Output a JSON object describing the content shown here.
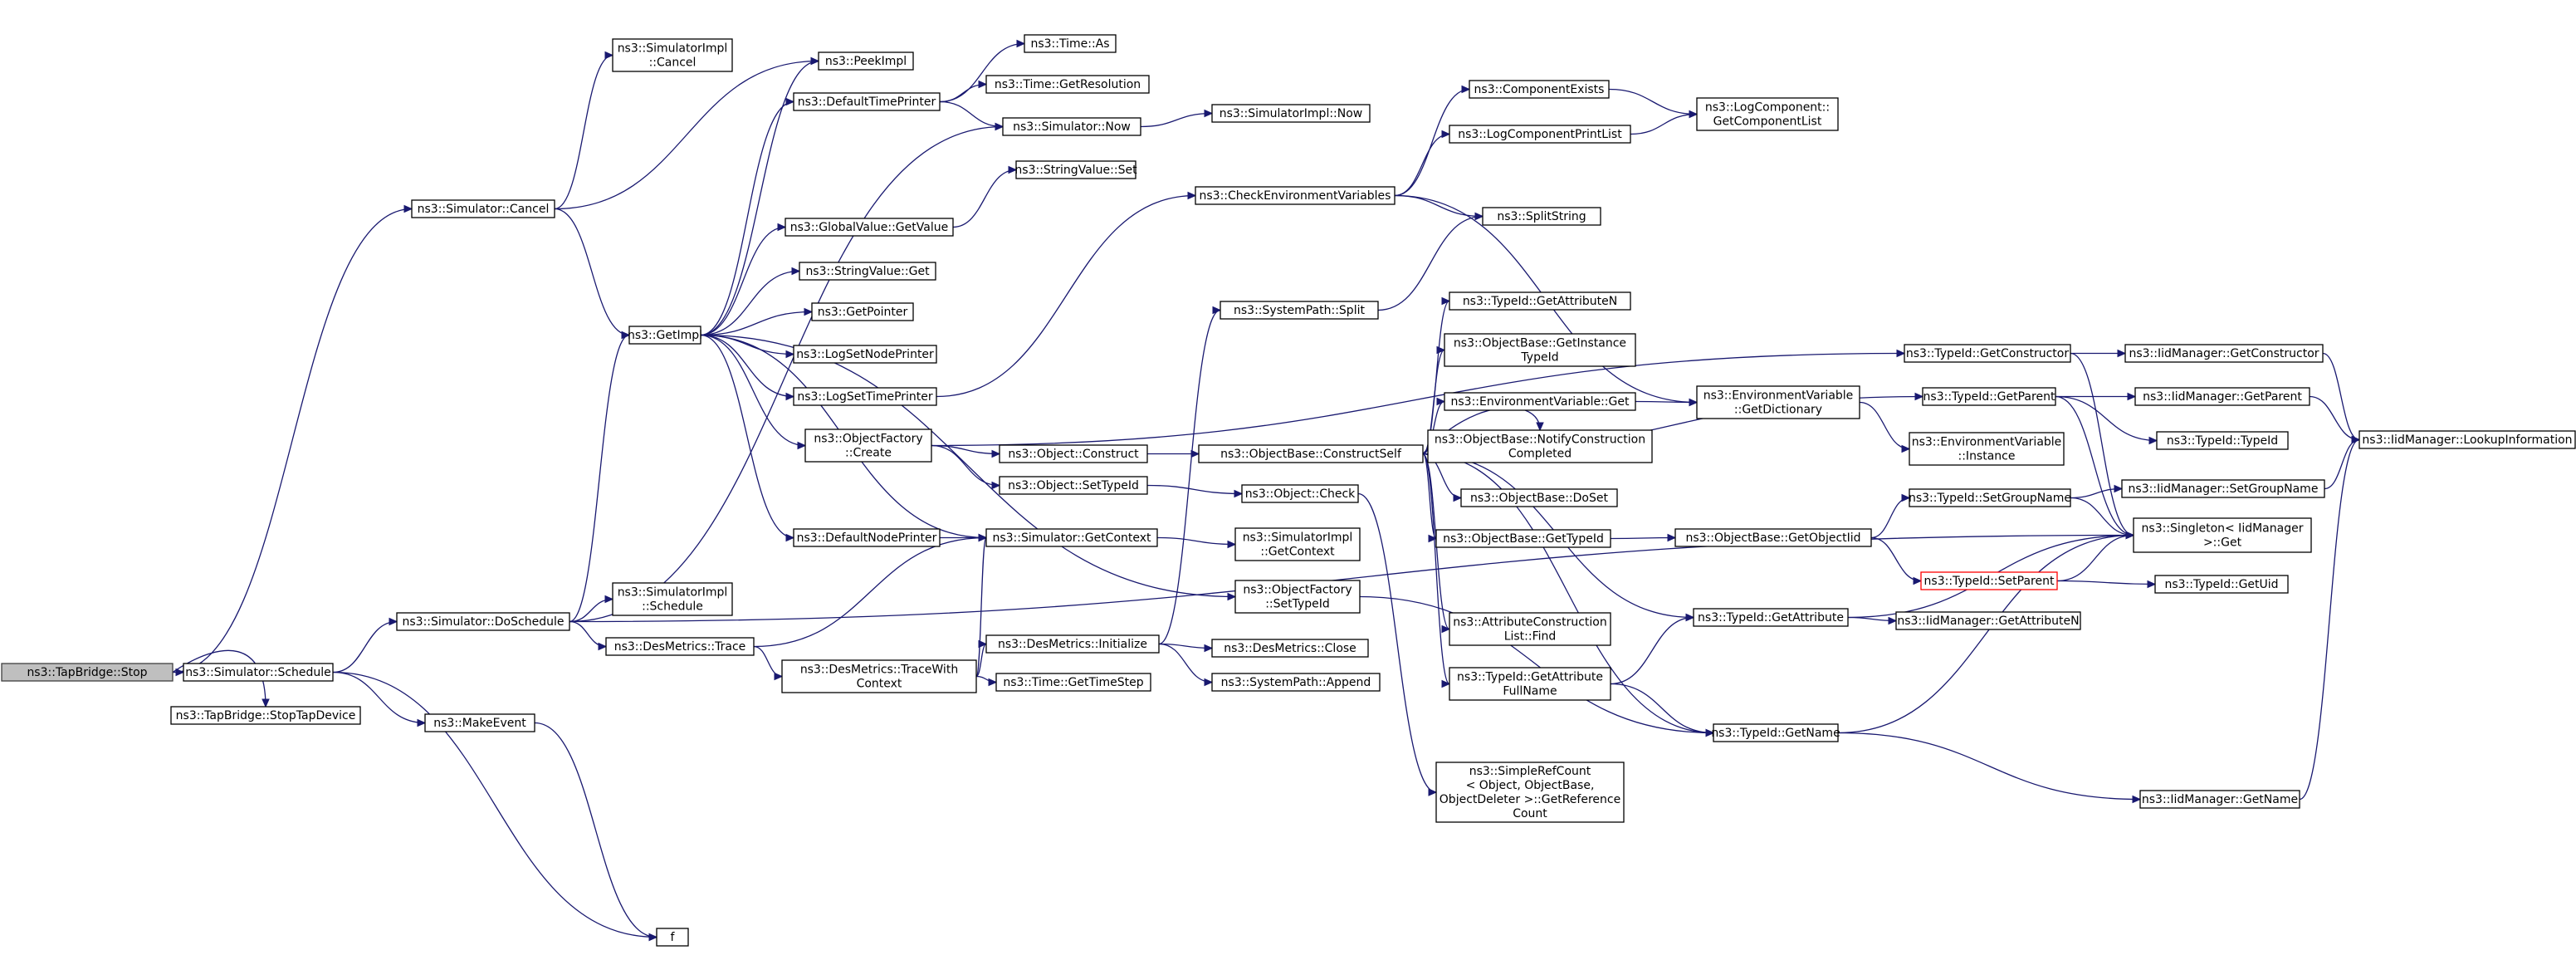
{
  "nodes": [
    {
      "id": "stop",
      "lines": [
        "ns3::TapBridge::Stop"
      ],
      "style": "root"
    },
    {
      "id": "sim_cancel",
      "lines": [
        "ns3::Simulator::Cancel"
      ]
    },
    {
      "id": "sim_schedule",
      "lines": [
        "ns3::Simulator::Schedule"
      ]
    },
    {
      "id": "stoptap",
      "lines": [
        "ns3::TapBridge::StopTapDevice"
      ]
    },
    {
      "id": "impl_cancel",
      "lines": [
        "ns3::SimulatorImpl",
        "::Cancel"
      ]
    },
    {
      "id": "peekimpl",
      "lines": [
        "ns3::PeekImpl"
      ]
    },
    {
      "id": "getimpl",
      "lines": [
        "ns3::GetImpl"
      ]
    },
    {
      "id": "doschedule",
      "lines": [
        "ns3::Simulator::DoSchedule"
      ]
    },
    {
      "id": "makeevent",
      "lines": [
        "ns3::MakeEvent"
      ]
    },
    {
      "id": "f",
      "lines": [
        "f"
      ]
    },
    {
      "id": "deftimeprinter",
      "lines": [
        "ns3::DefaultTimePrinter"
      ]
    },
    {
      "id": "globalgetvalue",
      "lines": [
        "ns3::GlobalValue::GetValue"
      ]
    },
    {
      "id": "stringvalueget",
      "lines": [
        "ns3::StringValue::Get"
      ]
    },
    {
      "id": "getpointer",
      "lines": [
        "ns3::GetPointer"
      ]
    },
    {
      "id": "lognodeprinter",
      "lines": [
        "ns3::LogSetNodePrinter"
      ]
    },
    {
      "id": "logtimeprinter",
      "lines": [
        "ns3::LogSetTimePrinter"
      ]
    },
    {
      "id": "objfactcreate",
      "lines": [
        "ns3::ObjectFactory",
        "::Create"
      ]
    },
    {
      "id": "defnodeprinter",
      "lines": [
        "ns3::DefaultNodePrinter"
      ]
    },
    {
      "id": "impl_schedule",
      "lines": [
        "ns3::SimulatorImpl",
        "::Schedule"
      ]
    },
    {
      "id": "desmtrace",
      "lines": [
        "ns3::DesMetrics::Trace"
      ]
    },
    {
      "id": "timeas",
      "lines": [
        "ns3::Time::As"
      ]
    },
    {
      "id": "timegetres",
      "lines": [
        "ns3::Time::GetResolution"
      ]
    },
    {
      "id": "simnow",
      "lines": [
        "ns3::Simulator::Now"
      ]
    },
    {
      "id": "stringvalueset",
      "lines": [
        "ns3::StringValue::Set"
      ]
    },
    {
      "id": "objconstruct",
      "lines": [
        "ns3::Object::Construct"
      ]
    },
    {
      "id": "objsettypeid",
      "lines": [
        "ns3::Object::SetTypeId"
      ]
    },
    {
      "id": "simgetcontext",
      "lines": [
        "ns3::Simulator::GetContext"
      ]
    },
    {
      "id": "desmtracewc",
      "lines": [
        "ns3::DesMetrics::TraceWith",
        "Context"
      ]
    },
    {
      "id": "implnow",
      "lines": [
        "ns3::SimulatorImpl::Now"
      ]
    },
    {
      "id": "checkenv",
      "lines": [
        "ns3::CheckEnvironmentVariables"
      ]
    },
    {
      "id": "syspathsplit",
      "lines": [
        "ns3::SystemPath::Split"
      ]
    },
    {
      "id": "objbaseconstructself",
      "lines": [
        "ns3::ObjectBase::ConstructSelf"
      ]
    },
    {
      "id": "objcheck",
      "lines": [
        "ns3::Object::Check"
      ]
    },
    {
      "id": "implgetcontext",
      "lines": [
        "ns3::SimulatorImpl",
        "::GetContext"
      ]
    },
    {
      "id": "objfactsettypeid",
      "lines": [
        "ns3::ObjectFactory",
        "::SetTypeId"
      ]
    },
    {
      "id": "desminit",
      "lines": [
        "ns3::DesMetrics::Initialize"
      ]
    },
    {
      "id": "desmclose",
      "lines": [
        "ns3::DesMetrics::Close"
      ]
    },
    {
      "id": "syspathappend",
      "lines": [
        "ns3::SystemPath::Append"
      ]
    },
    {
      "id": "timegetstep",
      "lines": [
        "ns3::Time::GetTimeStep"
      ]
    },
    {
      "id": "compexists",
      "lines": [
        "ns3::ComponentExists"
      ]
    },
    {
      "id": "logcompprintlist",
      "lines": [
        "ns3::LogComponentPrintList"
      ]
    },
    {
      "id": "splitstring",
      "lines": [
        "ns3::SplitString"
      ]
    },
    {
      "id": "tidgetattrn",
      "lines": [
        "ns3::TypeId::GetAttributeN"
      ]
    },
    {
      "id": "objbasegetinsttid",
      "lines": [
        "ns3::ObjectBase::GetInstance",
        "TypeId"
      ]
    },
    {
      "id": "envvarget",
      "lines": [
        "ns3::EnvironmentVariable::Get"
      ]
    },
    {
      "id": "objbasenotify",
      "lines": [
        "ns3::ObjectBase::NotifyConstruction",
        "Completed"
      ]
    },
    {
      "id": "objbasedoset",
      "lines": [
        "ns3::ObjectBase::DoSet"
      ]
    },
    {
      "id": "objbasegettypeid",
      "lines": [
        "ns3::ObjectBase::GetTypeId"
      ]
    },
    {
      "id": "attrconstrfind",
      "lines": [
        "ns3::AttributeConstruction",
        "List::Find"
      ]
    },
    {
      "id": "tidgetattrfull",
      "lines": [
        "ns3::TypeId::GetAttribute",
        "FullName"
      ]
    },
    {
      "id": "simplerefcount",
      "lines": [
        "ns3::SimpleRefCount",
        "< Object, ObjectBase,",
        "ObjectDeleter >::GetReference",
        "Count"
      ]
    },
    {
      "id": "logcompgetlist",
      "lines": [
        "ns3::LogComponent::",
        "GetComponentList"
      ]
    },
    {
      "id": "envvargetdict",
      "lines": [
        "ns3::EnvironmentVariable",
        "::GetDictionary"
      ]
    },
    {
      "id": "objbasegetobjtid",
      "lines": [
        "ns3::ObjectBase::GetObjectIid"
      ]
    },
    {
      "id": "tidgetattribute",
      "lines": [
        "ns3::TypeId::GetAttribute"
      ]
    },
    {
      "id": "tidgetname",
      "lines": [
        "ns3::TypeId::GetName"
      ]
    },
    {
      "id": "tidgetconstructor",
      "lines": [
        "ns3::TypeId::GetConstructor"
      ]
    },
    {
      "id": "tidgetparent",
      "lines": [
        "ns3::TypeId::GetParent"
      ]
    },
    {
      "id": "envvarinstance",
      "lines": [
        "ns3::EnvironmentVariable",
        "::Instance"
      ]
    },
    {
      "id": "tidsetgroupname",
      "lines": [
        "ns3::TypeId::SetGroupName"
      ]
    },
    {
      "id": "tidsetparent",
      "lines": [
        "ns3::TypeId::SetParent"
      ],
      "style": "red"
    },
    {
      "id": "iidmgrgetattrn",
      "lines": [
        "ns3::IidManager::GetAttributeN"
      ]
    },
    {
      "id": "iidmgrgetname",
      "lines": [
        "ns3::IidManager::GetName"
      ]
    },
    {
      "id": "iidmgrgetconstructor",
      "lines": [
        "ns3::IidManager::GetConstructor"
      ]
    },
    {
      "id": "iidmgrgetparent",
      "lines": [
        "ns3::IidManager::GetParent"
      ]
    },
    {
      "id": "tidtypeid",
      "lines": [
        "ns3::TypeId::TypeId"
      ]
    },
    {
      "id": "iidmgrsetgroupname",
      "lines": [
        "ns3::IidManager::SetGroupName"
      ]
    },
    {
      "id": "singletonget",
      "lines": [
        "ns3::Singleton< IidManager",
        " >::Get"
      ]
    },
    {
      "id": "tidgetuid",
      "lines": [
        "ns3::TypeId::GetUid"
      ]
    },
    {
      "id": "iidmgrlookup",
      "lines": [
        "ns3::IidManager::LookupInformation"
      ]
    }
  ],
  "edges": [
    [
      "stop",
      "sim_cancel"
    ],
    [
      "stop",
      "sim_schedule"
    ],
    [
      "stop",
      "stoptap"
    ],
    [
      "sim_cancel",
      "impl_cancel"
    ],
    [
      "sim_cancel",
      "peekimpl"
    ],
    [
      "sim_cancel",
      "getimpl"
    ],
    [
      "sim_schedule",
      "doschedule"
    ],
    [
      "sim_schedule",
      "makeevent"
    ],
    [
      "sim_schedule",
      "f"
    ],
    [
      "makeevent",
      "f"
    ],
    [
      "doschedule",
      "simnow"
    ],
    [
      "doschedule",
      "getimpl"
    ],
    [
      "doschedule",
      "impl_schedule"
    ],
    [
      "doschedule",
      "desmtrace"
    ],
    [
      "doschedule",
      "singletonget"
    ],
    [
      "getimpl",
      "peekimpl"
    ],
    [
      "getimpl",
      "deftimeprinter"
    ],
    [
      "getimpl",
      "globalgetvalue"
    ],
    [
      "getimpl",
      "stringvalueget"
    ],
    [
      "getimpl",
      "getpointer"
    ],
    [
      "getimpl",
      "lognodeprinter"
    ],
    [
      "getimpl",
      "logtimeprinter"
    ],
    [
      "getimpl",
      "objfactcreate"
    ],
    [
      "getimpl",
      "defnodeprinter"
    ],
    [
      "getimpl",
      "simgetcontext"
    ],
    [
      "getimpl",
      "objfactsettypeid"
    ],
    [
      "deftimeprinter",
      "timeas"
    ],
    [
      "deftimeprinter",
      "timegetres"
    ],
    [
      "deftimeprinter",
      "simnow"
    ],
    [
      "globalgetvalue",
      "stringvalueset"
    ],
    [
      "logtimeprinter",
      "checkenv"
    ],
    [
      "objfactcreate",
      "objconstruct"
    ],
    [
      "objfactcreate",
      "objsettypeid"
    ],
    [
      "objfactcreate",
      "tidgetconstructor"
    ],
    [
      "defnodeprinter",
      "simgetcontext"
    ],
    [
      "desmtrace",
      "simgetcontext"
    ],
    [
      "desmtrace",
      "desmtracewc"
    ],
    [
      "simnow",
      "implnow"
    ],
    [
      "objconstruct",
      "objbaseconstructself"
    ],
    [
      "objsettypeid",
      "objcheck"
    ],
    [
      "simgetcontext",
      "implgetcontext"
    ],
    [
      "desmtracewc",
      "simgetcontext"
    ],
    [
      "desmtracewc",
      "desminit"
    ],
    [
      "desmtracewc",
      "timegetstep"
    ],
    [
      "checkenv",
      "compexists"
    ],
    [
      "checkenv",
      "logcompprintlist"
    ],
    [
      "checkenv",
      "splitstring"
    ],
    [
      "checkenv",
      "envvargetdict"
    ],
    [
      "syspathsplit",
      "splitstring"
    ],
    [
      "desminit",
      "syspathsplit"
    ],
    [
      "desminit",
      "desmclose"
    ],
    [
      "desminit",
      "syspathappend"
    ],
    [
      "objbaseconstructself",
      "tidgetattrn"
    ],
    [
      "objbaseconstructself",
      "objbasegetinsttid"
    ],
    [
      "objbaseconstructself",
      "envvarget"
    ],
    [
      "objbaseconstructself",
      "objbasenotify"
    ],
    [
      "objbaseconstructself",
      "objbasedoset"
    ],
    [
      "objbaseconstructself",
      "objbasegettypeid"
    ],
    [
      "objbaseconstructself",
      "attrconstrfind"
    ],
    [
      "objbaseconstructself",
      "tidgetattrfull"
    ],
    [
      "objbaseconstructself",
      "tidgetattribute"
    ],
    [
      "objbaseconstructself",
      "tidgetname"
    ],
    [
      "objbaseconstructself",
      "tidgetparent"
    ],
    [
      "objcheck",
      "simplerefcount"
    ],
    [
      "objfactsettypeid",
      "tidgetname"
    ],
    [
      "compexists",
      "logcompgetlist"
    ],
    [
      "logcompprintlist",
      "logcompgetlist"
    ],
    [
      "envvarget",
      "envvargetdict"
    ],
    [
      "objbasegettypeid",
      "objbasegetobjtid"
    ],
    [
      "tidgetattrfull",
      "tidgetattribute"
    ],
    [
      "tidgetattrfull",
      "tidgetname"
    ],
    [
      "envvargetdict",
      "envvarinstance"
    ],
    [
      "objbasegetobjtid",
      "tidsetgroupname"
    ],
    [
      "objbasegetobjtid",
      "tidsetparent"
    ],
    [
      "tidgetattribute",
      "singletonget"
    ],
    [
      "tidgetattribute",
      "iidmgrgetattrn"
    ],
    [
      "tidgetname",
      "singletonget"
    ],
    [
      "tidgetname",
      "iidmgrgetname"
    ],
    [
      "tidgetconstructor",
      "iidmgrgetconstructor"
    ],
    [
      "tidgetconstructor",
      "singletonget"
    ],
    [
      "tidgetparent",
      "iidmgrgetparent"
    ],
    [
      "tidgetparent",
      "tidtypeid"
    ],
    [
      "tidgetparent",
      "singletonget"
    ],
    [
      "tidsetgroupname",
      "iidmgrsetgroupname"
    ],
    [
      "tidsetgroupname",
      "singletonget"
    ],
    [
      "tidsetparent",
      "singletonget"
    ],
    [
      "tidsetparent",
      "tidgetuid"
    ],
    [
      "iidmgrgetname",
      "iidmgrlookup"
    ],
    [
      "iidmgrgetconstructor",
      "iidmgrlookup"
    ],
    [
      "iidmgrgetparent",
      "iidmgrlookup"
    ],
    [
      "iidmgrsetgroupname",
      "iidmgrlookup"
    ]
  ]
}
